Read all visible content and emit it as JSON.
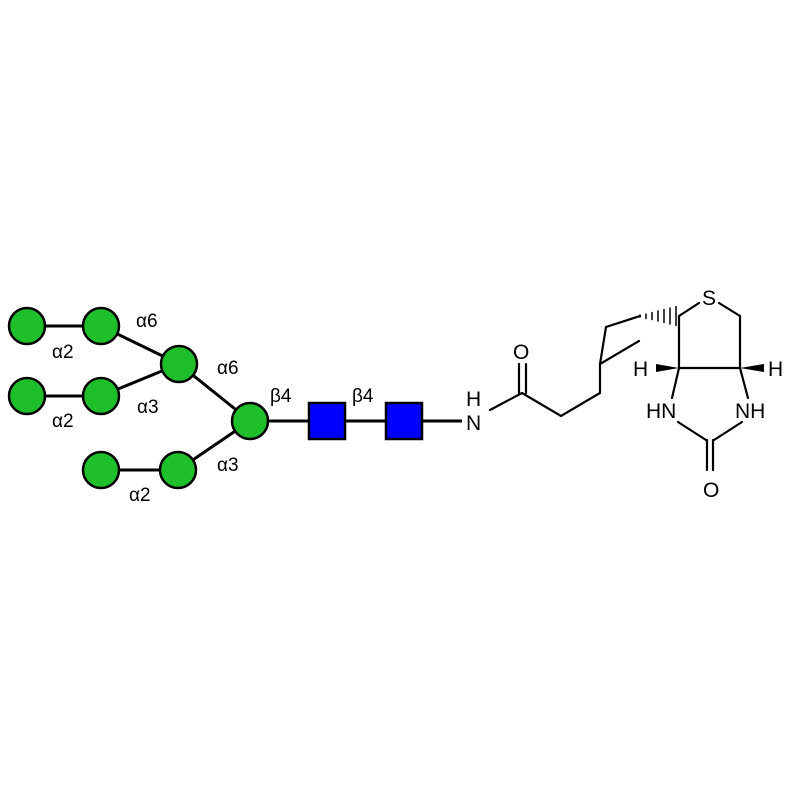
{
  "glycan": {
    "residue_colors": {
      "mannose": "#1FBF2C",
      "glcnac": "#0000FF"
    },
    "residues": [
      {
        "id": "m1",
        "type": "mannose"
      },
      {
        "id": "m2",
        "type": "mannose"
      },
      {
        "id": "m3",
        "type": "mannose"
      },
      {
        "id": "m4",
        "type": "mannose"
      },
      {
        "id": "m5",
        "type": "mannose"
      },
      {
        "id": "m6",
        "type": "mannose"
      },
      {
        "id": "m7",
        "type": "mannose"
      },
      {
        "id": "m8",
        "type": "mannose"
      },
      {
        "id": "n1",
        "type": "glcnac"
      },
      {
        "id": "n2",
        "type": "glcnac"
      }
    ],
    "linkages": {
      "a2_top": "α2",
      "a6_upper": "α6",
      "a2_mid": "α2",
      "a3_mid": "α3",
      "a6_core": "α6",
      "a3_core": "α3",
      "a2_bottom": "α2",
      "b4_first": "β4",
      "b4_second": "β4"
    }
  },
  "linker": {
    "atoms": {
      "nh_amide_n": "N",
      "nh_amide_h": "H",
      "carbonyl_o": "O",
      "sulfur": "S",
      "h_left": "H",
      "h_right": "H",
      "nh_left": "HN",
      "nh_right": "NH",
      "urea_o": "O"
    }
  }
}
